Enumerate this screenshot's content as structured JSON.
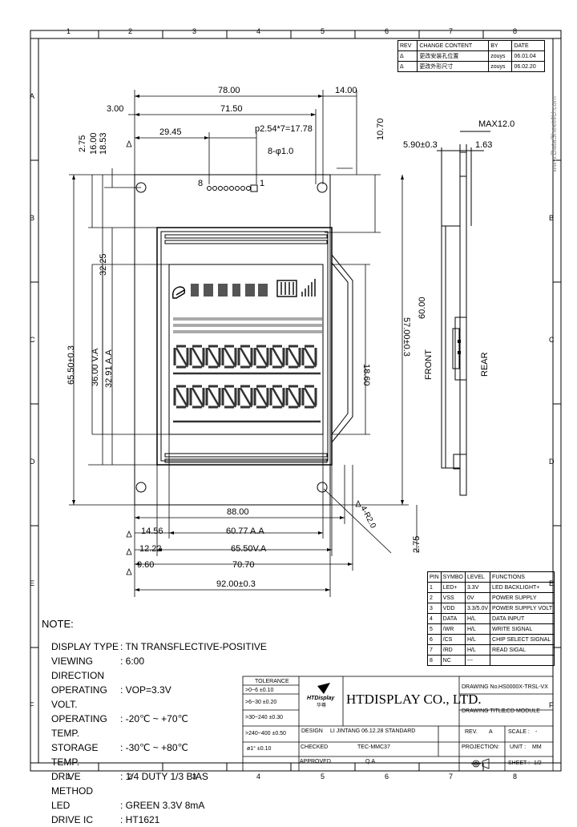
{
  "frame": {
    "columns": [
      "1",
      "2",
      "3",
      "4",
      "5",
      "6",
      "7",
      "8"
    ],
    "rows": [
      "A",
      "B",
      "C",
      "D",
      "E",
      "F"
    ]
  },
  "watermark": "www.DataSheet4U.com",
  "revision": {
    "headers": [
      "REV",
      "CHANGE CONTENT",
      "BY",
      "DATE"
    ],
    "rows": [
      {
        "rev": "Δ",
        "content": "更改安装孔位置",
        "by": "zouys",
        "date": "06.01.04"
      },
      {
        "rev": "Δ",
        "content": "更改外形尺寸",
        "by": "zouys",
        "date": "06.02.20"
      }
    ]
  },
  "dims": {
    "d78": "78.00",
    "d14": "14.00",
    "d3": "3.00",
    "d7150": "71.50",
    "d2945": "29.45",
    "pitch": "p2.54*7=17.78",
    "holes": "8-φ1.0",
    "d1070": "10.70",
    "d275": "2.75",
    "d1600": "16.00",
    "d1853": "18.53",
    "d3225": "32.25",
    "d6550": "65.50±0.3",
    "d3600": "36.00 V.A",
    "d3291": "32.91 A.A",
    "d1860": "18.60",
    "d5700": "57.00±0.3",
    "d6000": "60.00",
    "max12": "MAX12.0",
    "d590": "5.90±0.3",
    "d163": "1.63",
    "front": "FRONT",
    "rear": "REAR",
    "d8800": "88.00",
    "d1456": "14.56",
    "d6077": "60.77 A.A",
    "d222": "12.22",
    "d6550b": "65.50V.A",
    "d7070": "70.70",
    "d960": "9.60",
    "d9200": "92.00±0.3",
    "d275b": "2.75",
    "r2": "4-R2.0",
    "pin8": "8",
    "pin1": "1"
  },
  "pins": {
    "headers": [
      "PIN",
      "SYMBO",
      "LEVEL",
      "FUNCTIONS"
    ],
    "rows": [
      [
        "1",
        "LED+",
        "3.3V",
        "LED BACKLIGHT+"
      ],
      [
        "2",
        "VSS",
        "0V",
        "POWER SUPPLY"
      ],
      [
        "3",
        "VDD",
        "3.3/5.0V",
        "POWER SUPPLY VOLT"
      ],
      [
        "4",
        "DATA",
        "H/L",
        "DATA INPUT"
      ],
      [
        "5",
        "/WR",
        "H/L",
        "WRITE SIGNAL"
      ],
      [
        "6",
        "/CS",
        "H/L",
        "CHIP SELECT SIGNAL"
      ],
      [
        "7",
        "/RD",
        "H/L",
        "READ SIGAL"
      ],
      [
        "8",
        "NC",
        "---",
        ""
      ]
    ]
  },
  "notes": {
    "heading": "NOTE:",
    "items": [
      {
        "label": "DISPLAY TYPE",
        "value": ": TN TRANSFLECTIVE-POSITIVE"
      },
      {
        "label": "VIEWING DIRECTION",
        "value": ": 6:00"
      },
      {
        "label": "OPERATING VOLT.",
        "value": ": VOP=3.3V"
      },
      {
        "label": "OPERATING TEMP.",
        "value": ": -20℃ ~ +70℃"
      },
      {
        "label": "STORAGE TEMP.",
        "value": ": -30℃ ~ +80℃"
      },
      {
        "label": "DRIVE METHOD",
        "value": ": 1/4 DUTY 1/3 BIAS"
      },
      {
        "label": "LED",
        "value": ": GREEN 3.3V 8mA"
      },
      {
        "label": "DRIVE IC",
        "value": ": HT1621"
      }
    ]
  },
  "titleblock": {
    "tolerance_head": "TOLERANCE",
    "tol": [
      ">0~6 ±0.10",
      ">6~30 ±0.20",
      ">30~240 ±0.30",
      ">240~400 ±0.50",
      "ø1° ±0.10"
    ],
    "design_label": "DESIGN",
    "design_value": "LI JINTANG 06.12.28 STANDARD",
    "checked_label": "CHECKED",
    "checked_value": "TEC-MMC37",
    "approved_label": "APPROVED",
    "approved_value": "Q.A",
    "company": "HTDISPLAY CO., LTD.",
    "logo_text": "HTDisplay",
    "logo_sub": "华尊",
    "drawing_no_label": "DRAWING No.",
    "drawing_no": "HS0000X-TRSL-VX",
    "drawing_title_label": "DRAWING TITLE:",
    "drawing_title": "LCD MODULE",
    "rev_label": "REV.",
    "rev_value": "A",
    "scale_label": "SCALE :",
    "scale_value": "-",
    "projection_label": "PROJECTION:",
    "unit_label": "UNIT :",
    "unit_value": "MM",
    "sheet_label": "SHEET :",
    "sheet_value": "1/2"
  }
}
